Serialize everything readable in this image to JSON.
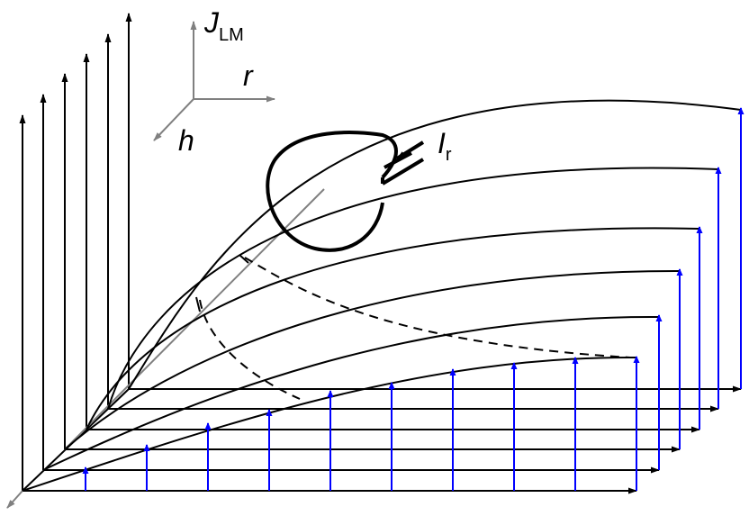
{
  "labels": {
    "axis_vertical": "J",
    "axis_vertical_sub": "LM",
    "axis_r": "r",
    "axis_h": "h",
    "current": "I",
    "current_sub": "r"
  },
  "colors": {
    "frame": "#000000",
    "vectors": "#0000ff",
    "axis_gray": "#808080"
  },
  "layers": 6
}
